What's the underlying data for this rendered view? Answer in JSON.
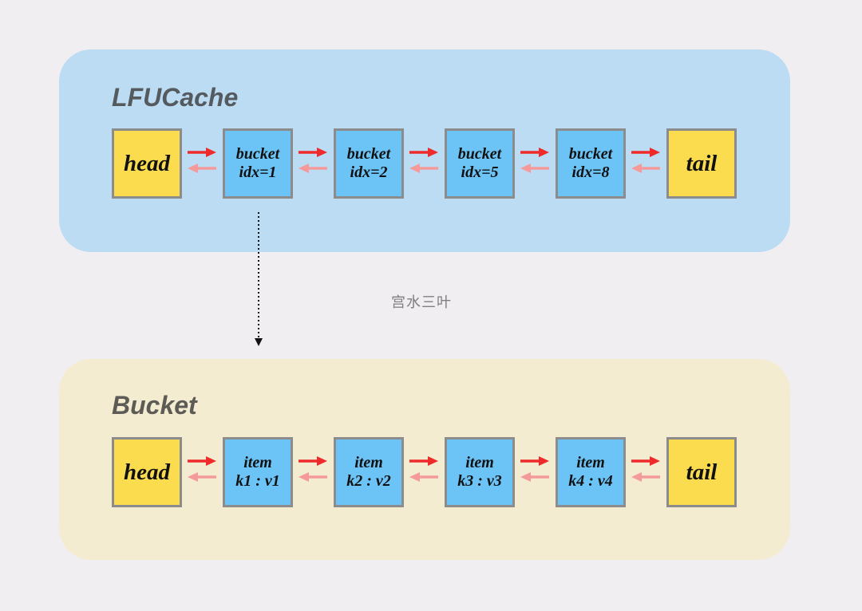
{
  "lfu_cache": {
    "title": "LFUCache",
    "head_label": "head",
    "tail_label": "tail",
    "buckets": [
      {
        "line1": "bucket",
        "line2": "idx=1"
      },
      {
        "line1": "bucket",
        "line2": "idx=2"
      },
      {
        "line1": "bucket",
        "line2": "idx=5"
      },
      {
        "line1": "bucket",
        "line2": "idx=8"
      }
    ]
  },
  "bucket": {
    "title": "Bucket",
    "head_label": "head",
    "tail_label": "tail",
    "items": [
      {
        "line1": "item",
        "line2": "k1 : v1"
      },
      {
        "line1": "item",
        "line2": "k2 : v2"
      },
      {
        "line1": "item",
        "line2": "k3 : v3"
      },
      {
        "line1": "item",
        "line2": "k4 : v4"
      }
    ]
  },
  "watermark": "宫水三叶",
  "colors": {
    "lfu_panel": "#bcdcf4",
    "bucket_panel": "#f4ecd1",
    "endpoint_fill": "#fbdc4f",
    "inner_fill": "#6cc3f6",
    "forward_arrow": "#ee2a2a",
    "backward_arrow": "#f59a9a"
  }
}
